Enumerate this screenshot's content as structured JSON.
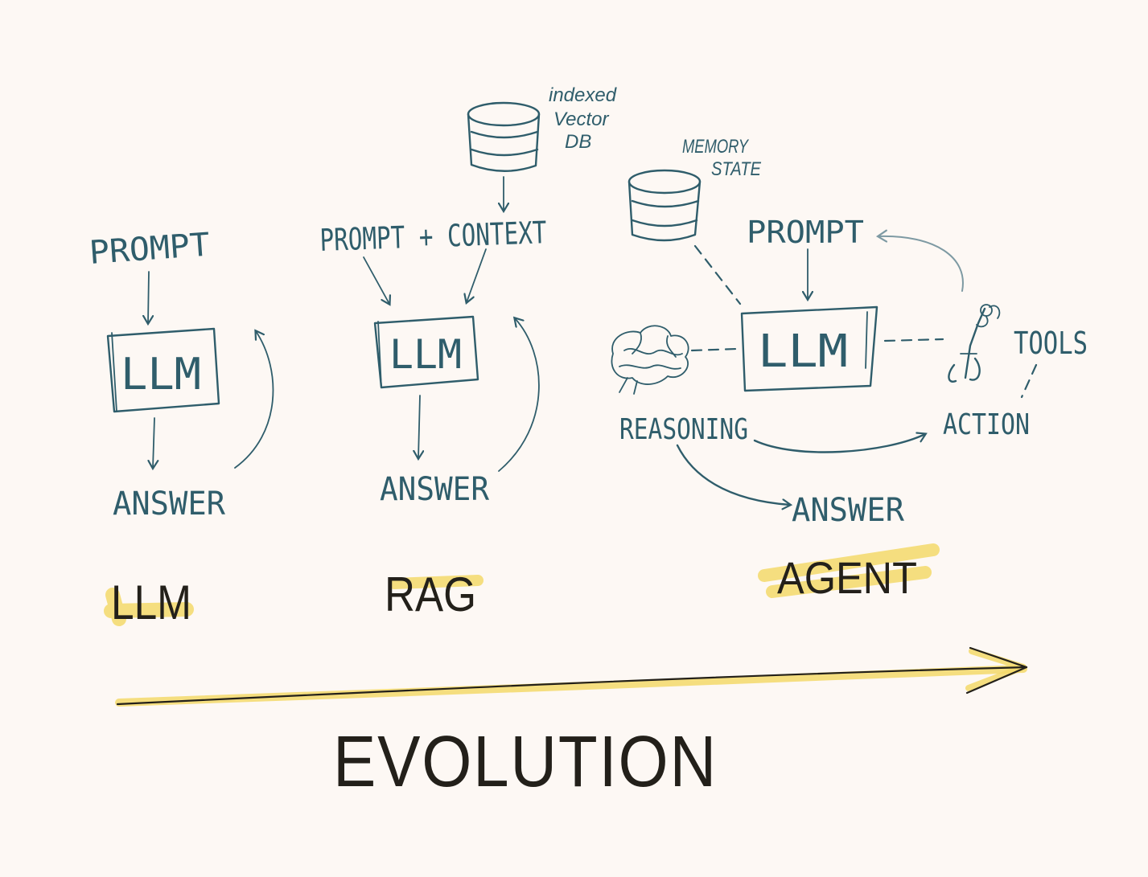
{
  "colors": {
    "ink": "#2f5d6b",
    "title_ink": "#23201a",
    "highlight": "#f3d96a",
    "paper": "#fdf8f4"
  },
  "llm_panel": {
    "prompt": "PROMPT",
    "box": "LLM",
    "answer": "ANSWER",
    "label": "LLM"
  },
  "rag_panel": {
    "db_label": [
      "indexed",
      "Vector",
      "DB"
    ],
    "prompt": "PROMPT + CONTEXT",
    "box": "LLM",
    "answer": "ANSWER",
    "label": "RAG"
  },
  "agent_panel": {
    "memory_label": [
      "MEMORY",
      "STATE"
    ],
    "prompt": "PROMPT",
    "box": "LLM",
    "tools": "TOOLS",
    "reasoning": "REASONING",
    "action": "ACTION",
    "answer": "ANSWER",
    "label": "AGENT",
    "icons": [
      "database-icon",
      "brain-icon",
      "robot-arm-icon"
    ]
  },
  "footer": {
    "title": "EVOLUTION"
  }
}
